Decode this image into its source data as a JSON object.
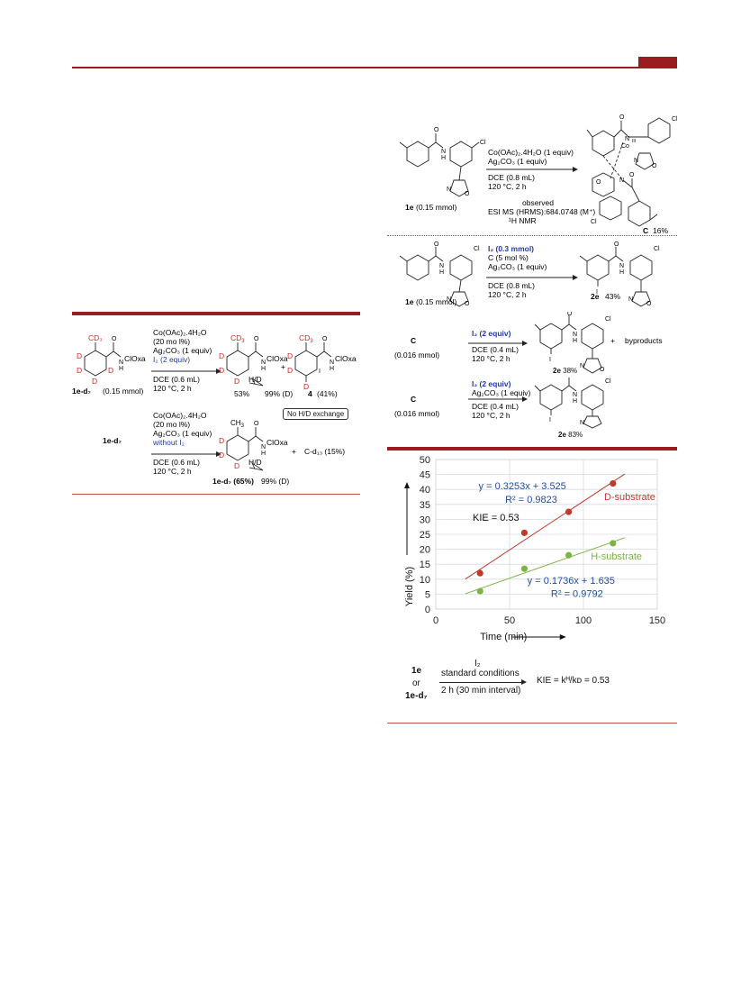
{
  "top_rules": {
    "accent": "#9b1c1f"
  },
  "scheme_co": {
    "reactant": "1e",
    "reactant_amount": "(0.15 mmol)",
    "conditions_above": [
      "Co(OAc)₂.4H₂O (1 equiv)",
      "Ag₂CO₃ (1 equiv)"
    ],
    "conditions_below": [
      "DCE (0.8 mL)",
      "120 °C, 2 h"
    ],
    "observed": [
      "observed",
      "ESI MS (HRMS):684.0748 (M⁺)",
      "¹H NMR"
    ],
    "product_label": "C",
    "product_yield": "16%",
    "complex_label": "Coᴵᴵᴵ"
  },
  "scheme_iodination_1": {
    "reactant": "1e",
    "reactant_amount": "(0.15 mmol)",
    "conditions_above": [
      "I₂ (0.3 mmol)",
      "C (5 mol %)",
      "Ag₂CO₃ (1 equiv)"
    ],
    "conditions_below": [
      "DCE (0.8 mL)",
      "120 °C, 2 h"
    ],
    "product": "2e",
    "yield": "43%"
  },
  "scheme_iodination_2": {
    "reactant": "C",
    "reactant_amount": "(0.016 mmol)",
    "conditions_above": [
      "I₂ (2 equiv)"
    ],
    "conditions_below": [
      "DCE (0.4 mL)",
      "120 °C, 2 h"
    ],
    "product": "2e",
    "yield": "38%",
    "plus": "+",
    "byproducts": "byproducts"
  },
  "scheme_iodination_3": {
    "reactant": "C",
    "reactant_amount": "(0.016 mmol)",
    "conditions_above": [
      "I₂ (2 equiv)",
      "Ag₂CO₃ (1 equiv)"
    ],
    "conditions_below": [
      "DCE (0.4 mL)",
      "120 °C, 2 h"
    ],
    "product": "2e",
    "yield": "83%"
  },
  "scheme_deuterium": {
    "reactant": "1e-d₇",
    "reactant_amount": "(0.15 mmol)",
    "conditions_above": [
      "Co(OAc)₂.4H₂O",
      "(20 mo l%)",
      "Ag₂CO₃ (1 equiv)",
      "I₂ (2 equiv)"
    ],
    "conditions_below": [
      "DCE (0.6 mL)",
      "120 °C, 2 h"
    ],
    "product1_yield": "53%",
    "product1_d": "99% (D)",
    "product2": "4",
    "product2_yield": "(41%)",
    "no_exchange": "No H/D exchange",
    "row2_reactant": "1e-d₇",
    "row2_conditions_above": [
      "Co(OAc)₂.4H₂O",
      "(20 mo l%)",
      "Ag₂CO₃ (1 equiv)",
      "without I₂"
    ],
    "row2_conditions_below": [
      "DCE (0.6 mL)",
      "120 °C, 2 h"
    ],
    "row2_product": "1e-d₇ (65%)",
    "row2_d": "99% (D)",
    "row2_byproduct": "C-d₁₃ (15%)",
    "substituent": "ClOxa",
    "cd3": "CD₃",
    "hd": "H/D"
  },
  "chart_data": {
    "type": "scatter",
    "xlabel": "Time (min)",
    "ylabel": "Yield (%)",
    "xlim": [
      0,
      150
    ],
    "ylim": [
      0,
      50
    ],
    "xticks": [
      0,
      50,
      100,
      150
    ],
    "yticks": [
      0,
      5,
      10,
      15,
      20,
      25,
      30,
      35,
      40,
      45,
      50
    ],
    "grid": true,
    "series": [
      {
        "name": "D-substrate",
        "color": "#c0392b",
        "x": [
          30,
          60,
          90,
          120
        ],
        "y": [
          12,
          25.5,
          32.5,
          42
        ],
        "fit": {
          "slope": 0.3253,
          "intercept": 3.525,
          "x_range": [
            20,
            128
          ]
        },
        "equation": "y = 0.3253x + 3.525",
        "r2": "R² = 0.9823"
      },
      {
        "name": "H-substrate",
        "color": "#7cb342",
        "x": [
          30,
          60,
          90,
          120
        ],
        "y": [
          6,
          13.5,
          18,
          22
        ],
        "fit": {
          "slope": 0.1736,
          "intercept": 1.635,
          "x_range": [
            20,
            128
          ]
        },
        "equation": "y = 0.1736x + 1.635",
        "r2": "R² = 0.9792"
      }
    ],
    "annotation": "KIE = 0.53"
  },
  "kie_scheme": {
    "top": "1e",
    "or": "or",
    "bottom": "1e-d₇",
    "reagent": "I₂",
    "above": "standard conditions",
    "below": "2 h (30 min interval)",
    "result": "KIE = kᴴ/kᴅ = 0.53"
  }
}
